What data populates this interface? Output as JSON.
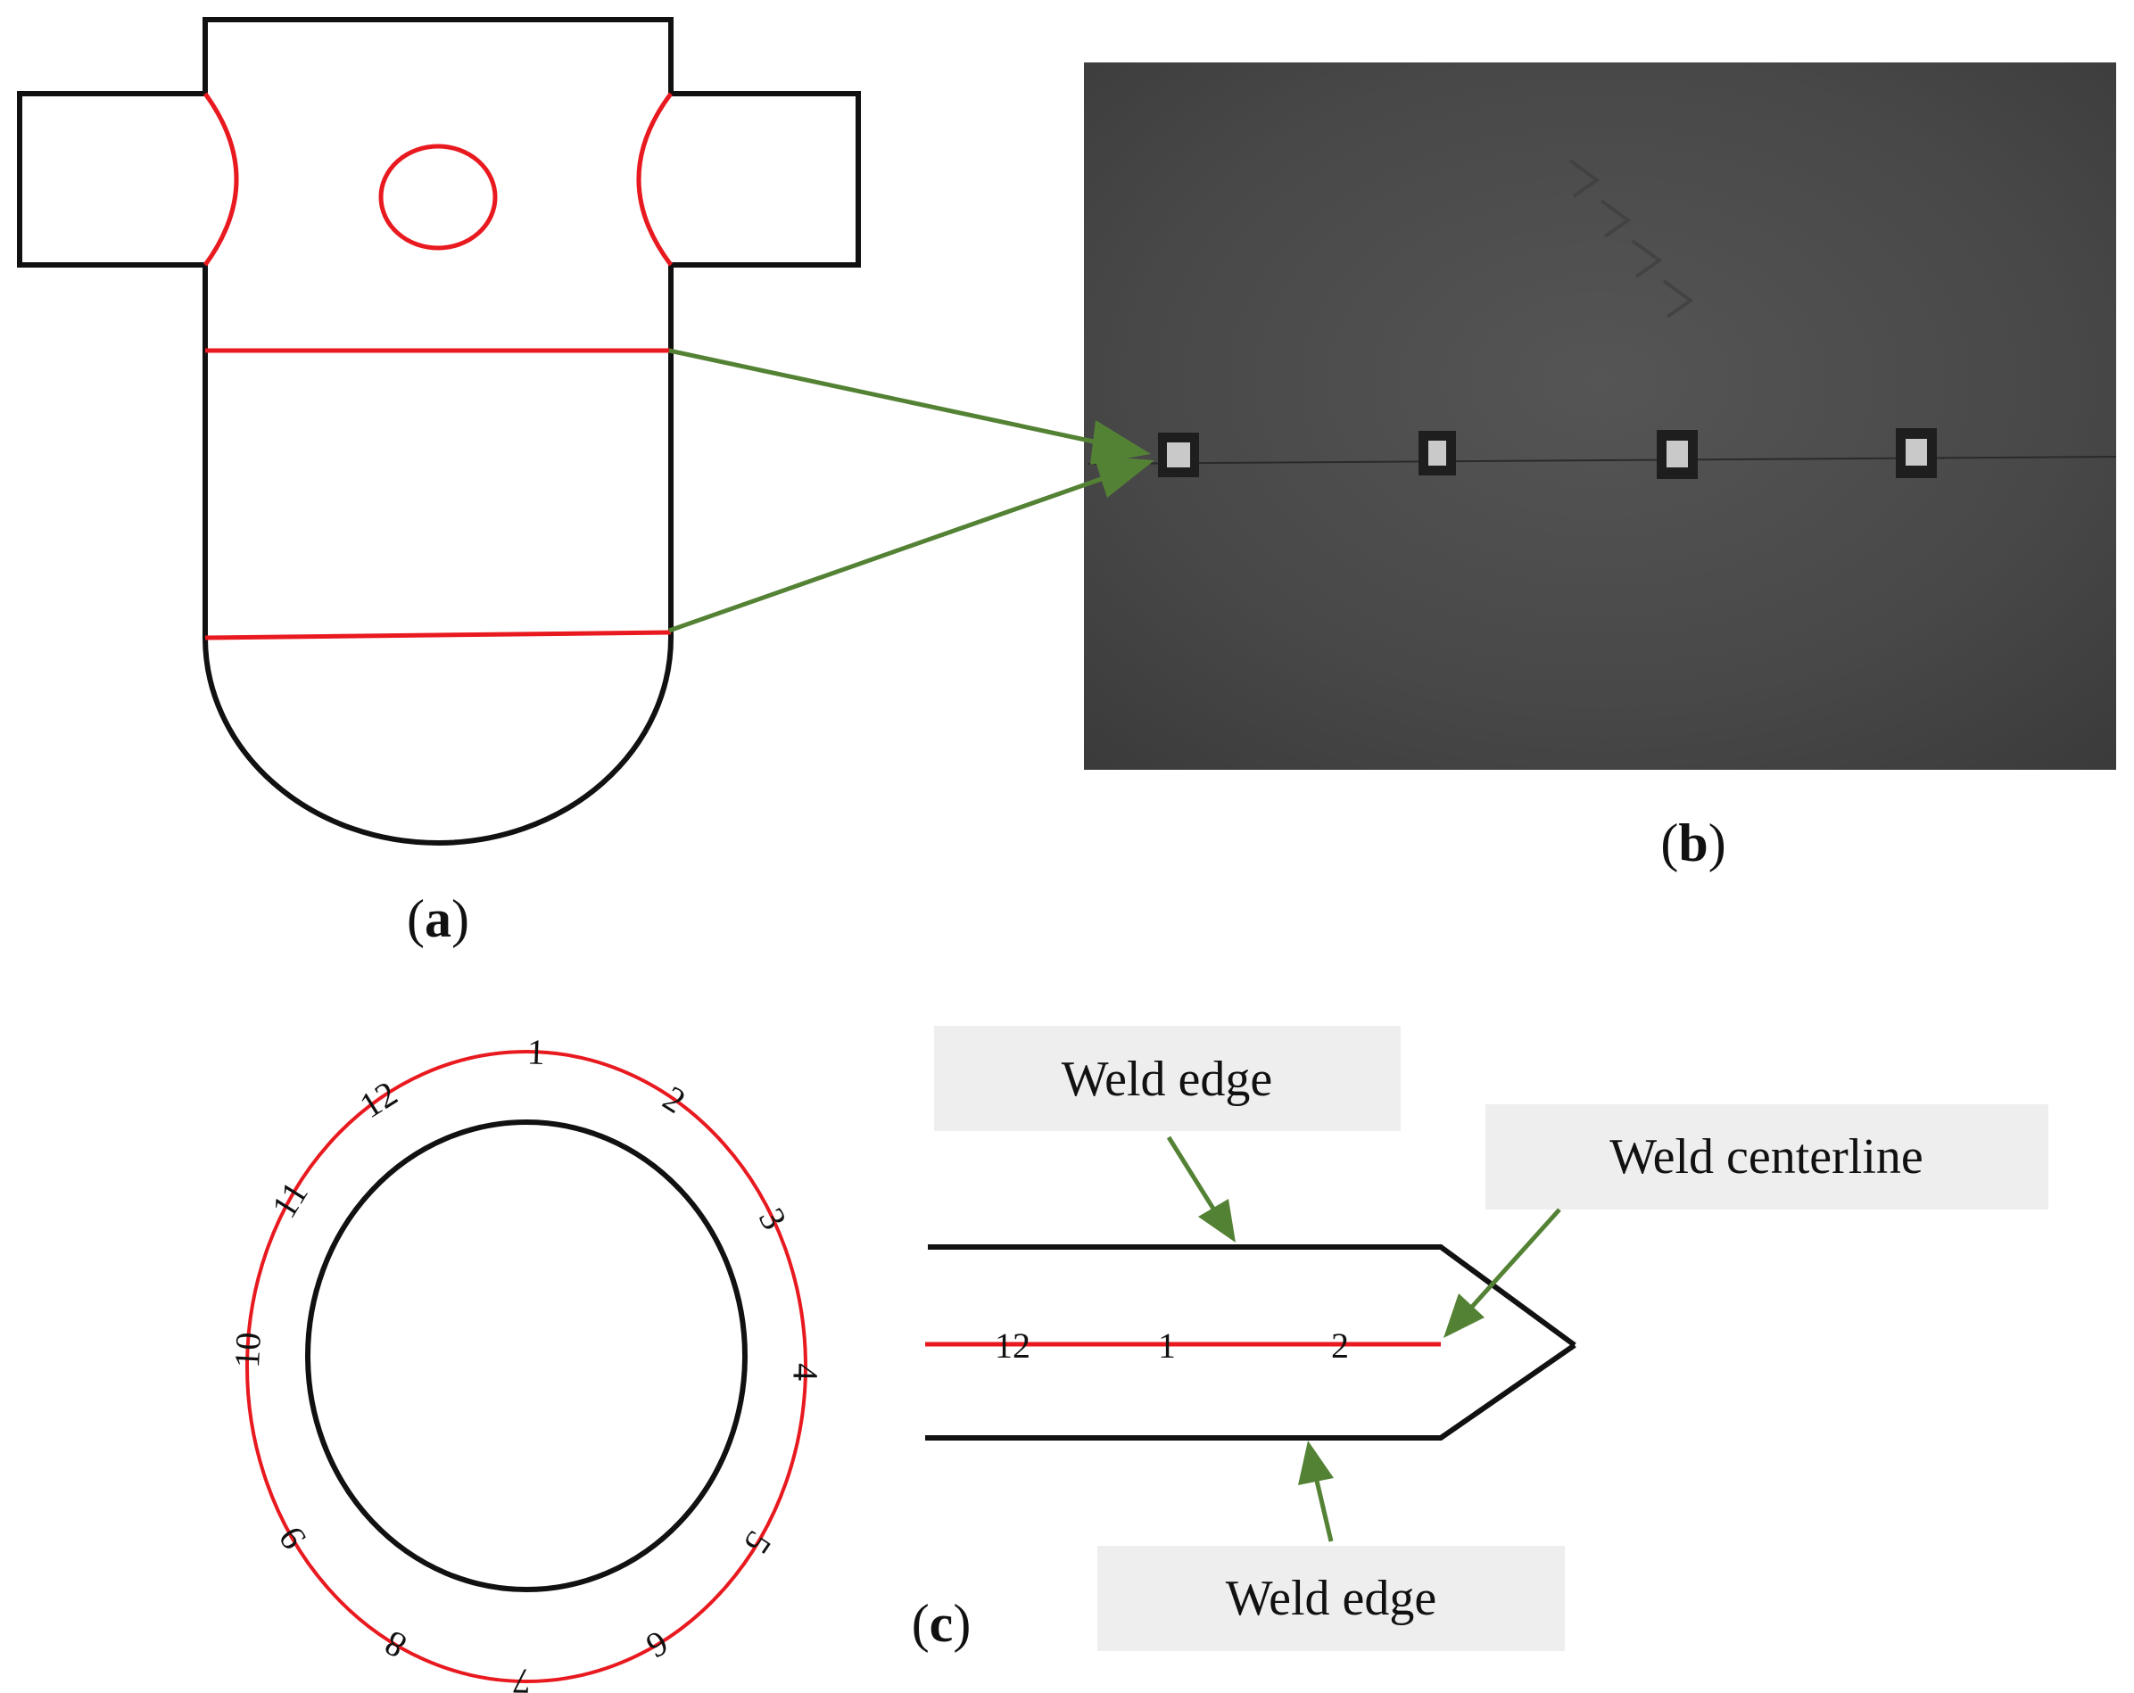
{
  "panels": {
    "a": {
      "open": "(",
      "letter": "a",
      "close": ")"
    },
    "b": {
      "open": "(",
      "letter": "b",
      "close": ")"
    },
    "c": {
      "open": "(",
      "letter": "c",
      "close": ")"
    }
  },
  "clock_positions": [
    "1",
    "2",
    "3",
    "4",
    "5",
    "6",
    "7",
    "8",
    "9",
    "10",
    "11",
    "12"
  ],
  "weld_line_labels": [
    "12",
    "1",
    "2"
  ],
  "callouts": {
    "weld_edge_top": "Weld edge",
    "weld_centerline": "Weld centerline",
    "weld_edge_bottom": "Weld edge"
  },
  "colors": {
    "outline": "#111111",
    "weld_seam": "#e8191f",
    "arrow": "#548235",
    "callout_box": "#eeeeee",
    "photo_background": "#4a4a4a"
  }
}
